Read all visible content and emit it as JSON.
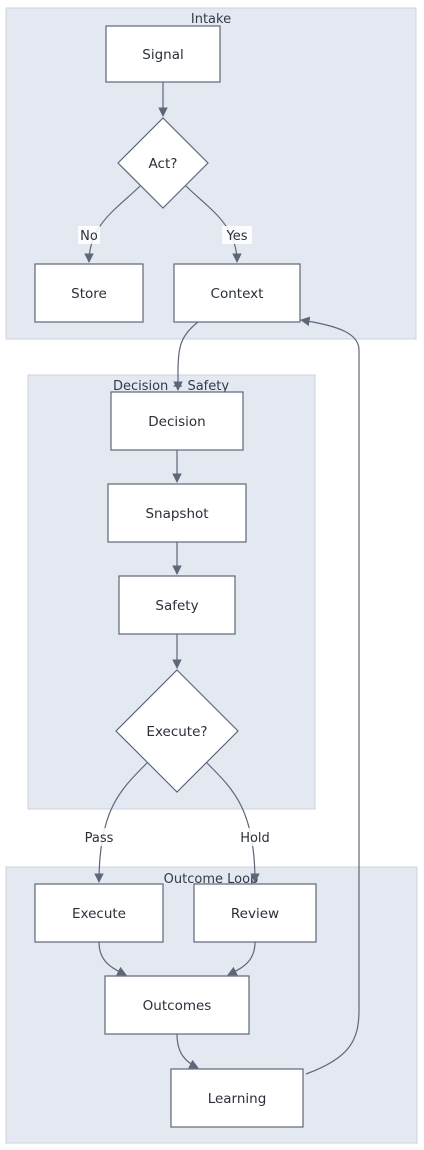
{
  "colors": {
    "cluster_fill": "#e3e8f1",
    "cluster_border": "#cdd3de",
    "node_fill": "#ffffff",
    "node_border": "#5e6778",
    "edge": "#5e6778",
    "text": "#2a2f3a"
  },
  "clusters": [
    {
      "id": "intake",
      "label": "Intake"
    },
    {
      "id": "decision",
      "label": "Decision + Safety"
    },
    {
      "id": "outcome",
      "label": "Outcome Loop"
    }
  ],
  "nodes": [
    {
      "id": "signal",
      "label": "Signal",
      "shape": "rect",
      "cluster": "intake"
    },
    {
      "id": "act",
      "label": "Act?",
      "shape": "diamond",
      "cluster": "intake"
    },
    {
      "id": "store",
      "label": "Store",
      "shape": "rect",
      "cluster": "intake"
    },
    {
      "id": "context",
      "label": "Context",
      "shape": "rect",
      "cluster": "intake"
    },
    {
      "id": "decision",
      "label": "Decision",
      "shape": "rect",
      "cluster": "decision"
    },
    {
      "id": "snapshot",
      "label": "Snapshot",
      "shape": "rect",
      "cluster": "decision"
    },
    {
      "id": "safety",
      "label": "Safety",
      "shape": "rect",
      "cluster": "decision"
    },
    {
      "id": "execute_q",
      "label": "Execute?",
      "shape": "diamond",
      "cluster": "decision"
    },
    {
      "id": "execute",
      "label": "Execute",
      "shape": "rect",
      "cluster": "outcome"
    },
    {
      "id": "review",
      "label": "Review",
      "shape": "rect",
      "cluster": "outcome"
    },
    {
      "id": "outcomes",
      "label": "Outcomes",
      "shape": "rect",
      "cluster": "outcome"
    },
    {
      "id": "learning",
      "label": "Learning",
      "shape": "rect",
      "cluster": "outcome"
    }
  ],
  "edges": [
    {
      "from": "signal",
      "to": "act",
      "label": ""
    },
    {
      "from": "act",
      "to": "store",
      "label": "No"
    },
    {
      "from": "act",
      "to": "context",
      "label": "Yes"
    },
    {
      "from": "context",
      "to": "decision",
      "label": ""
    },
    {
      "from": "decision",
      "to": "snapshot",
      "label": ""
    },
    {
      "from": "snapshot",
      "to": "safety",
      "label": ""
    },
    {
      "from": "safety",
      "to": "execute_q",
      "label": ""
    },
    {
      "from": "execute_q",
      "to": "execute",
      "label": "Pass"
    },
    {
      "from": "execute_q",
      "to": "review",
      "label": "Hold"
    },
    {
      "from": "execute",
      "to": "outcomes",
      "label": ""
    },
    {
      "from": "review",
      "to": "outcomes",
      "label": ""
    },
    {
      "from": "outcomes",
      "to": "learning",
      "label": ""
    },
    {
      "from": "learning",
      "to": "context",
      "label": ""
    }
  ]
}
